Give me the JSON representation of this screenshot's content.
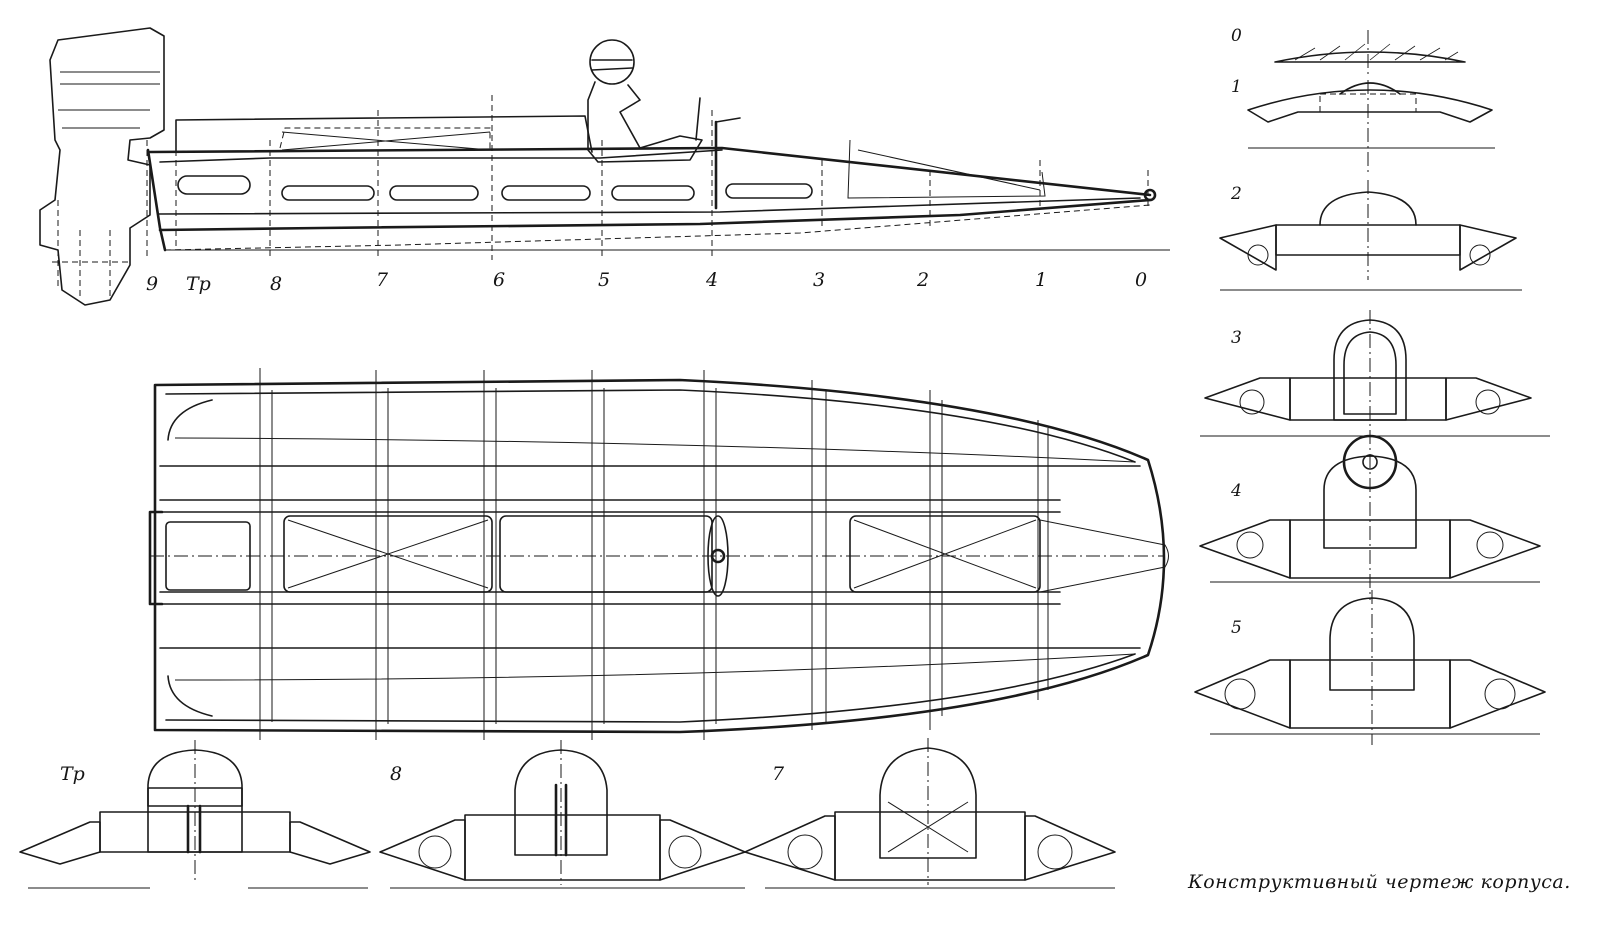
{
  "side_view": {
    "station_labels": [
      "9",
      "Tр",
      "8",
      "7",
      "6",
      "5",
      "4",
      "3",
      "2",
      "1",
      "0"
    ]
  },
  "sections_right": {
    "labels": [
      "0",
      "1",
      "2",
      "3",
      "4",
      "5"
    ]
  },
  "sections_bottom": {
    "labels": [
      "Tр",
      "8",
      "7"
    ]
  },
  "caption": "Конструктивный чертеж корпуса."
}
